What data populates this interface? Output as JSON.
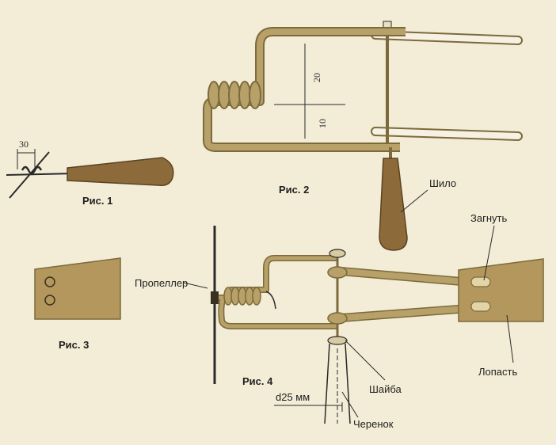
{
  "captions": {
    "fig1": "Рис. 1",
    "fig2": "Рис. 2",
    "fig3": "Рис. 3",
    "fig4": "Рис. 4"
  },
  "labels": {
    "awl": "Шило",
    "bend": "Загнуть",
    "propeller": "Пропеллер",
    "blade": "Лопасть",
    "washer": "Шайба",
    "handle": "Черенок"
  },
  "dimensions": {
    "fig1_length": "30",
    "fig2_upper": "20",
    "fig2_lower": "10",
    "fig4_diameter": "d25 мм"
  },
  "colors": {
    "paper": "#f3ecd6",
    "metal_fill": "#b8a168",
    "metal_edge": "#7c6a3c",
    "handle_wood": "#8d6a3a",
    "plate_fill": "#b3975c",
    "line": "#2a2a2a"
  }
}
